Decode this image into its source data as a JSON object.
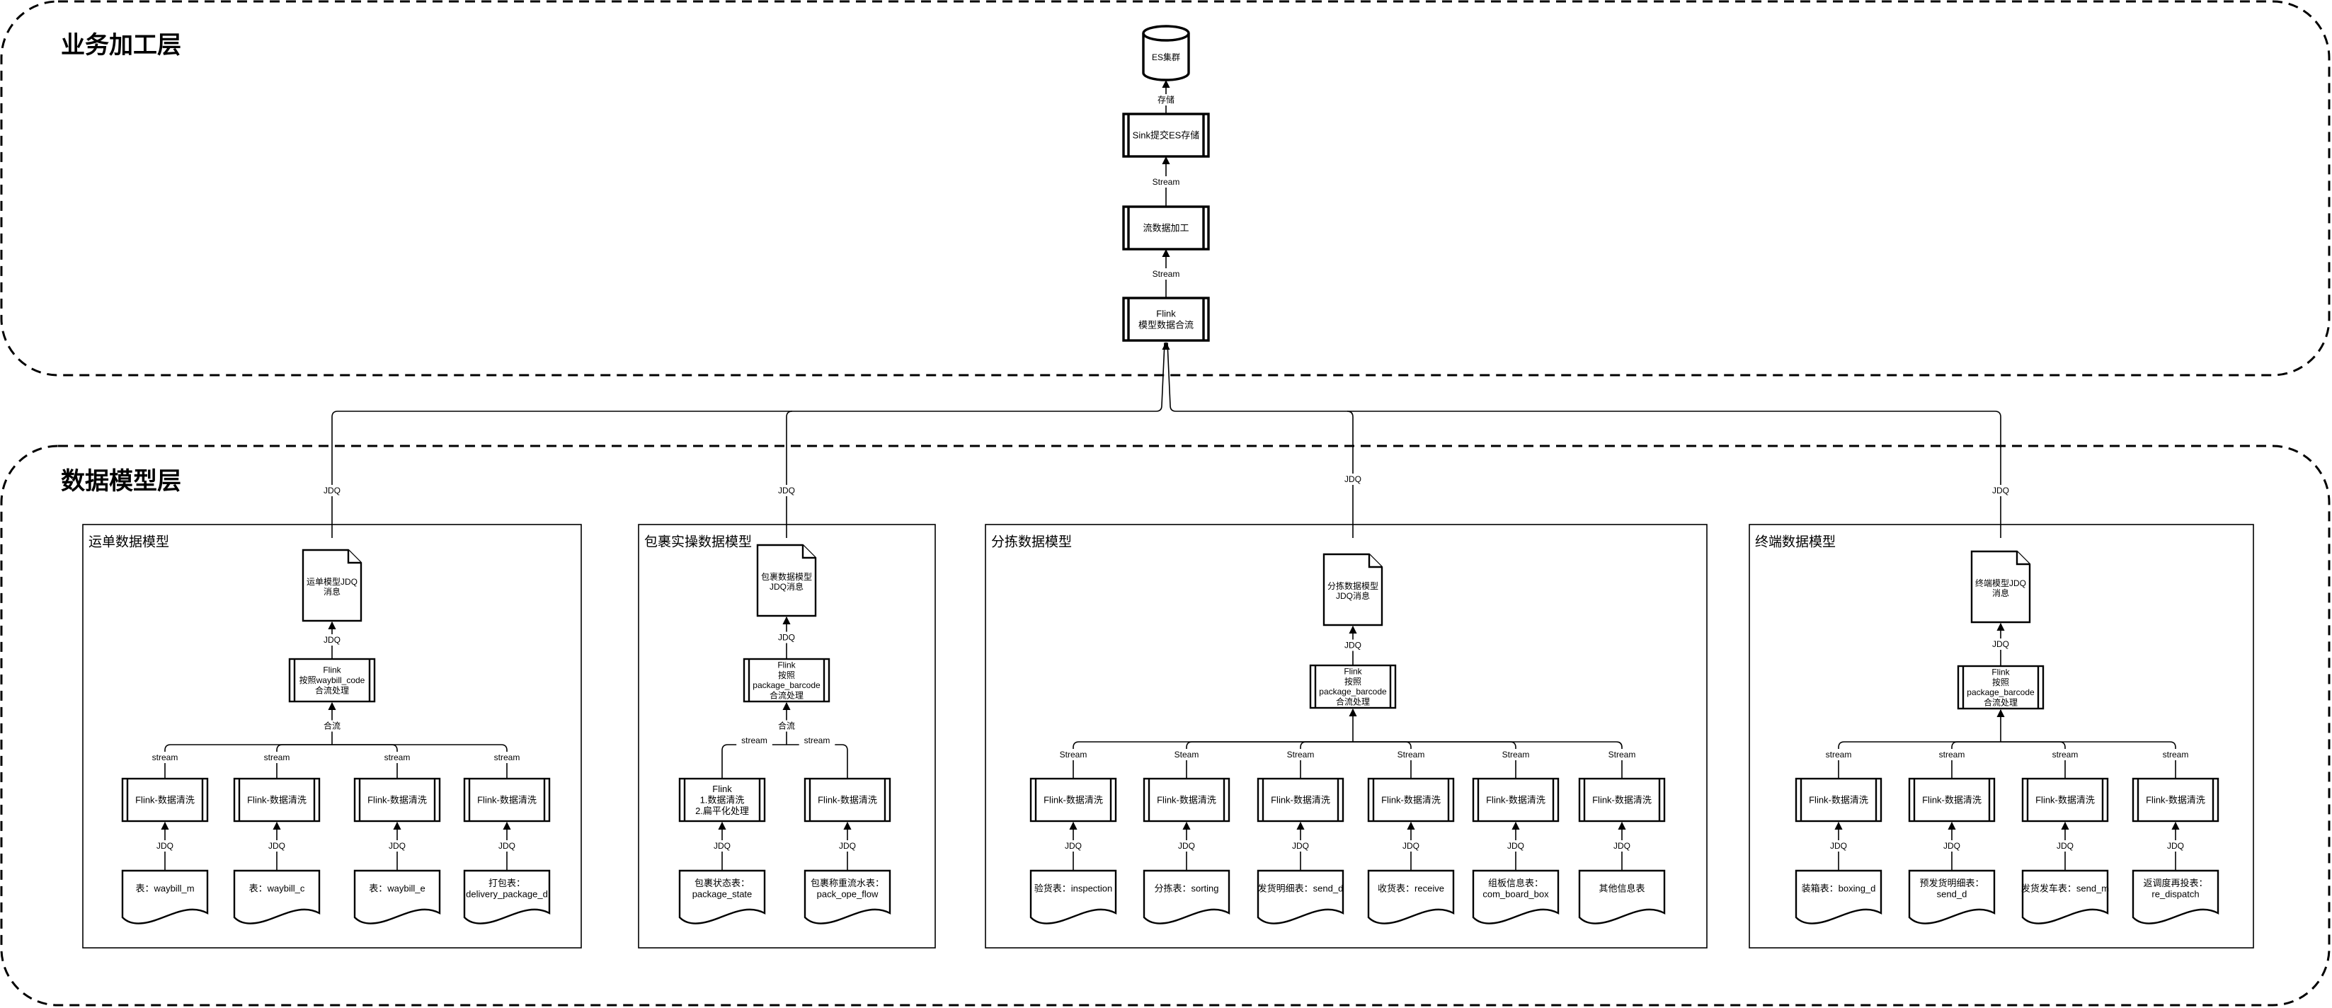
{
  "business_layer": {
    "title": "业务加工层",
    "es_cluster": "ES集群",
    "store_label": "存储",
    "sink": "Sink提交ES存储",
    "stream_label_1": "Stream",
    "process": "流数据加工",
    "stream_label_2": "Stream",
    "merge": [
      "Flink",
      "模型数据合流"
    ]
  },
  "data_layer": {
    "title": "数据模型层",
    "models": [
      {
        "title": "运单数据模型",
        "up_label": "JDQ",
        "doc": [
          "运单模型JDQ",
          "消息"
        ],
        "doc_label": "JDQ",
        "proc": [
          "Flink",
          "按照waybill_code",
          "合流处理"
        ],
        "merge_label": "合流",
        "stream_labels": [
          "stream",
          "stream",
          "stream",
          "stream"
        ],
        "cleaners": [
          "Flink-数据清洗",
          "Flink-数据清洗",
          "Flink-数据清洗",
          "Flink-数据清洗"
        ],
        "jdq_labels": [
          "JDQ",
          "JDQ",
          "JDQ",
          "JDQ"
        ],
        "tables": [
          [
            "表：waybill_m"
          ],
          [
            "表：waybill_c"
          ],
          [
            "表：waybill_e"
          ],
          [
            "打包表：",
            "delivery_package_d"
          ]
        ]
      },
      {
        "title": "包裹实操数据模型",
        "up_label": "JDQ",
        "doc": [
          "包裹数据模型",
          "JDQ消息"
        ],
        "doc_label": "JDQ",
        "proc": [
          "Flink",
          "按照",
          "package_barcode",
          "合流处理"
        ],
        "merge_label": "合流",
        "stream_labels": [
          "stream",
          "stream"
        ],
        "cleaners": [
          [
            "Flink",
            "1.数据清洗",
            "2.扁平化处理"
          ],
          [
            "Flink-数据清洗"
          ]
        ],
        "jdq_labels": [
          "JDQ",
          "JDQ"
        ],
        "tables": [
          [
            "包裹状态表：",
            "package_state"
          ],
          [
            "包裹称重流水表：",
            "pack_ope_flow"
          ]
        ]
      },
      {
        "title": "分拣数据模型",
        "up_label": "JDQ",
        "doc": [
          "分拣数据模型",
          "JDQ消息"
        ],
        "doc_label": "JDQ",
        "proc": [
          "Flink",
          "按照",
          "package_barcode",
          "合流处理"
        ],
        "stream_labels": [
          "Stream",
          "Steam",
          "Stream",
          "Stream",
          "Stream",
          "Stream"
        ],
        "cleaners": [
          "Flink-数据清洗",
          "Flink-数据清洗",
          "Flink-数据清洗",
          "Flink-数据清洗",
          "Flink-数据清洗",
          "Flink-数据清洗"
        ],
        "jdq_labels": [
          "JDQ",
          "JDQ",
          "JDQ",
          "JDQ",
          "JDQ",
          "JDQ"
        ],
        "tables": [
          [
            "验货表：inspection"
          ],
          [
            "分拣表：sorting"
          ],
          [
            "发货明细表：send_d"
          ],
          [
            "收货表：receive"
          ],
          [
            "组板信息表：",
            "com_board_box"
          ],
          [
            "其他信息表"
          ]
        ]
      },
      {
        "title": "终端数据模型",
        "up_label": "JDQ",
        "doc": [
          "终端模型JDQ",
          "消息"
        ],
        "doc_label": "JDQ",
        "proc": [
          "Flink",
          "按照",
          "package_barcode",
          "合流处理"
        ],
        "stream_labels": [
          "stream",
          "stream",
          "stream",
          "stream"
        ],
        "cleaners": [
          "Flink-数据清洗",
          "Flink-数据清洗",
          "Flink-数据清洗",
          "Flink-数据清洗"
        ],
        "jdq_labels": [
          "JDQ",
          "JDQ",
          "JDQ",
          "JDQ"
        ],
        "tables": [
          [
            "装箱表：boxing_d"
          ],
          [
            "预发货明细表：",
            "send_d"
          ],
          [
            "发货发车表：send_m"
          ],
          [
            "返调度再投表：",
            "re_dispatch"
          ]
        ]
      }
    ]
  }
}
